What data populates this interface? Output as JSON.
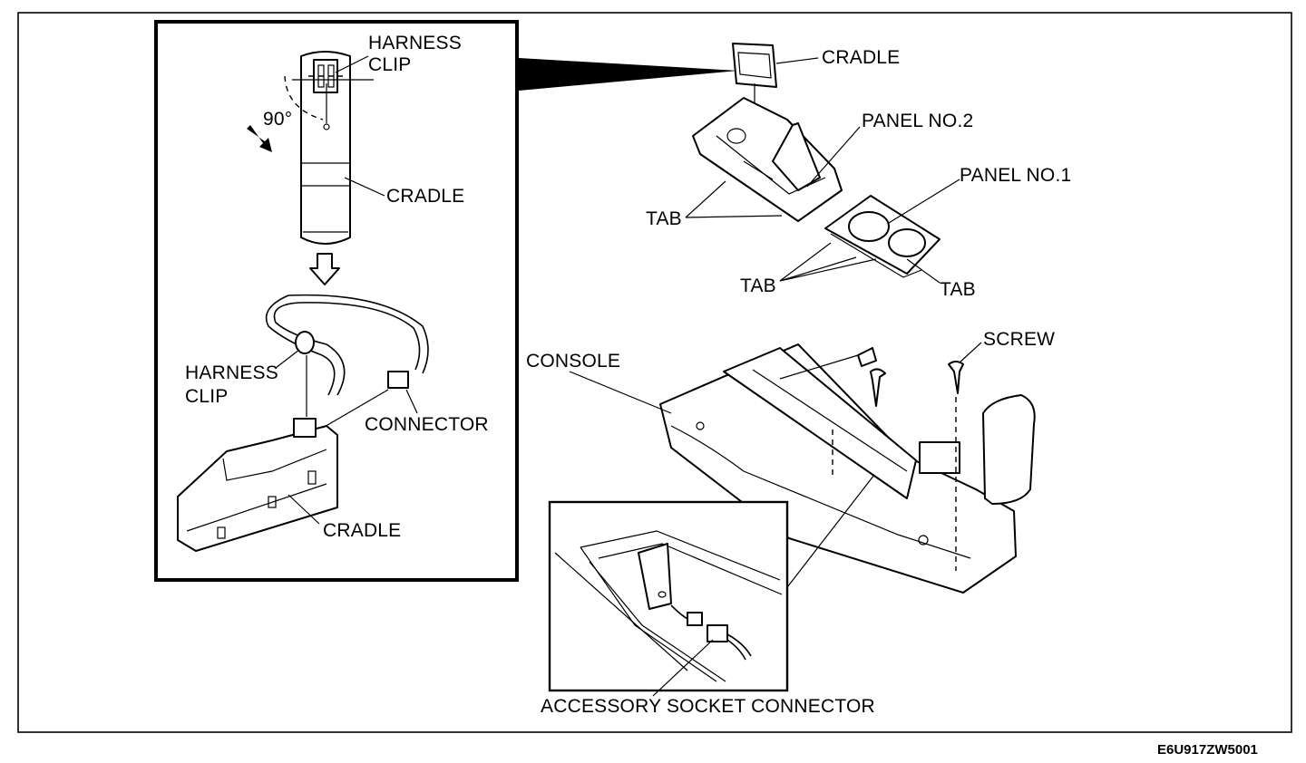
{
  "labels": {
    "harness_clip_top_1": "HARNESS",
    "harness_clip_top_2": "CLIP",
    "angle": "90°",
    "cradle_inset_top": "CRADLE",
    "harness_clip_mid_1": "HARNESS",
    "harness_clip_mid_2": "CLIP",
    "connector": "CONNECTOR",
    "cradle_inset_bottom": "CRADLE",
    "cradle_main": "CRADLE",
    "panel_no2": "PANEL NO.2",
    "panel_no1": "PANEL NO.1",
    "tab_left": "TAB",
    "tab_center": "TAB",
    "tab_right": "TAB",
    "screw": "SCREW",
    "console": "CONSOLE",
    "accessory_socket_connector": "ACCESSORY SOCKET CONNECTOR"
  },
  "figure_code": "E6U917ZW5001"
}
